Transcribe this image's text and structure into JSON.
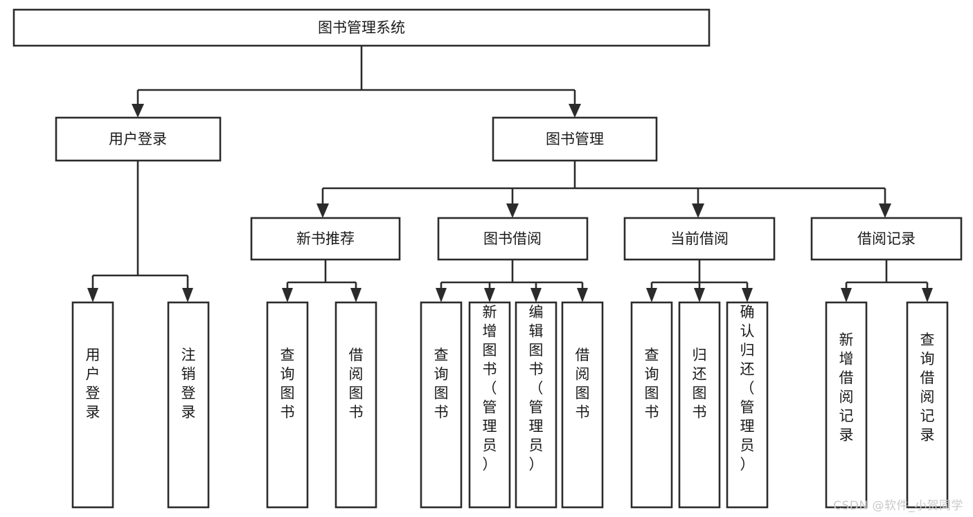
{
  "diagram": {
    "type": "tree-hierarchy",
    "title": "图书管理系统",
    "orientation": "top-down",
    "levels": 4,
    "root": {
      "label": "图书管理系统"
    },
    "level2": [
      {
        "label": "用户登录"
      },
      {
        "label": "图书管理"
      }
    ],
    "level3": [
      {
        "label": "新书推荐"
      },
      {
        "label": "图书借阅"
      },
      {
        "label": "当前借阅"
      },
      {
        "label": "借阅记录"
      }
    ],
    "leaves": {
      "user_login": [
        {
          "label": "用户登录"
        },
        {
          "label": "注销登录"
        }
      ],
      "new_book_recommend": [
        {
          "label": "查询图书"
        },
        {
          "label": "借阅图书"
        }
      ],
      "book_borrow": [
        {
          "label": "查询图书"
        },
        {
          "label": "新增图书（管理员）"
        },
        {
          "label": "编辑图书（管理员）"
        },
        {
          "label": "借阅图书"
        }
      ],
      "current_borrow": [
        {
          "label": "查询图书"
        },
        {
          "label": "归还图书"
        },
        {
          "label": "确认归还（管理员）"
        }
      ],
      "borrow_record": [
        {
          "label": "新增借阅记录"
        },
        {
          "label": "查询借阅记录"
        }
      ]
    }
  },
  "watermark": {
    "text": "CSDN @软件_小贺同学"
  },
  "colors": {
    "stroke": "#2b2b2b",
    "fill": "#ffffff",
    "text": "#1a1a1a",
    "watermark": "#c9c9c9"
  }
}
